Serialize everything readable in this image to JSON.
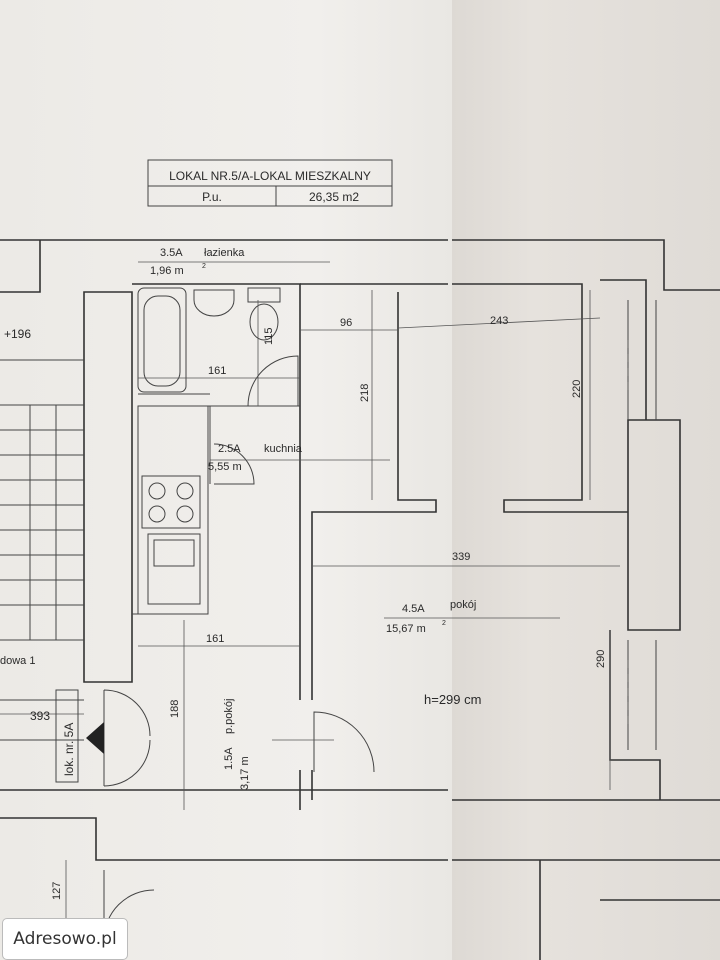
{
  "title_block": {
    "line1": "LOKAL NR.5/A-LOKAL MIESZKALNY",
    "pu_label": "P.u.",
    "pu_value": "26,35 m2"
  },
  "rooms": [
    {
      "code": "3.5A",
      "name": "łazienka",
      "area": "1,96  m"
    },
    {
      "code": "2.5A",
      "name": "kuchnia",
      "area": "5,55  m"
    },
    {
      "code": "1.5A",
      "name": "p.pokój",
      "area": "3,17  m"
    },
    {
      "code": "4.5A",
      "name": "pokój",
      "area": "15,67  m"
    }
  ],
  "dimensions": {
    "d96": "96",
    "d243": "243",
    "d115": "115",
    "d161_top": "161",
    "d218": "218",
    "d220": "220",
    "d339": "339",
    "d161_bottom": "161",
    "d188": "188",
    "d290": "290",
    "d393": "393",
    "d127": "127"
  },
  "annotations": {
    "height": "h=299 cm",
    "level": "+196",
    "unit_label": "lok. nr. 5A",
    "neighbor": "dowa 1"
  },
  "watermark": "Adresowo.pl"
}
